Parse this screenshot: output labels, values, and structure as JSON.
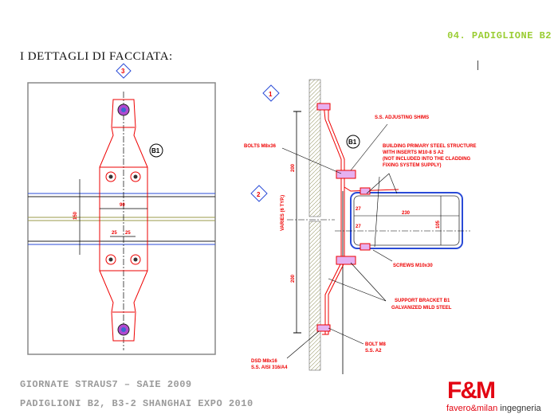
{
  "header": {
    "section": "04. PADIGLIONE B2",
    "title": "I DETTAGLI DI FACCIATA:"
  },
  "left_drawing": {
    "callout": "3",
    "tag": "B1",
    "dims": [
      "90",
      "150",
      "25",
      "25"
    ]
  },
  "right_drawing": {
    "callouts": [
      "1",
      "2"
    ],
    "tag": "B1",
    "labels": {
      "shims": "S.S. ADJUSTING SHIMS",
      "bolts": "BOLTS M8x36",
      "primary": [
        "BUILDING PRIMARY STEEL STRUCTURE",
        "WITH INSERTS M10-8 S A2",
        "(NOT INCLUDED INTO THE CLADDING",
        "FIXING SYSTEM SUPPLY)"
      ],
      "screws": "SCREWS M10x30",
      "bracket": [
        "SUPPORT BRACKET B1",
        "GALVANIZED MILD STEEL"
      ],
      "bolt": [
        "BOLT M8",
        "S.S. A2"
      ],
      "dsd": [
        "DSD M8x16",
        "S.S. AISI 316/A4"
      ]
    },
    "dims": {
      "top": "200",
      "bottom": "200",
      "varies": "VARIES (6 TYP.)",
      "off1": "27",
      "off2": "27",
      "width": "230",
      "height": "105"
    }
  },
  "footer": {
    "line1": "GIORNATE STRAUS7 – SAIE 2009",
    "line2": "PADIGLIONI B2, B3-2 SHANGHAI EXPO 2010"
  },
  "logo": {
    "mark": "F&M",
    "brand": "favero&milan",
    "suffix": " ingegneria"
  }
}
